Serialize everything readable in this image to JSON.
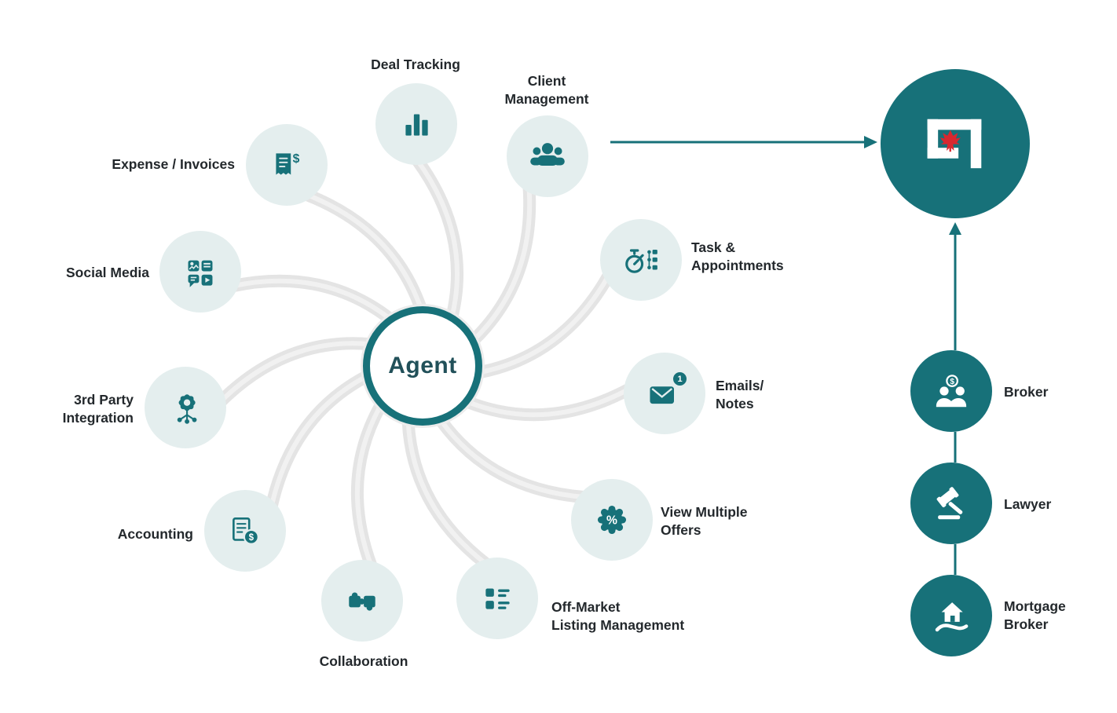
{
  "hub": {
    "label": "Agent"
  },
  "glyphs": {
    "dollar": "$",
    "percent": "%"
  },
  "colors": {
    "teal": "#177179",
    "bubble_light": "#e4eeee",
    "label_text": "#23282c",
    "maple_red": "#d7282f",
    "swirl_gray": "#e4e4e4"
  },
  "spokes": [
    {
      "label": "Deal Tracking",
      "lines": [
        "Deal Tracking"
      ],
      "icon": "bar-chart-icon"
    },
    {
      "label": "Client Management",
      "lines": [
        "Client",
        "Management"
      ],
      "icon": "clients-group-icon"
    },
    {
      "label": "Task & Appointments",
      "lines": [
        "Task &",
        "Appointments"
      ],
      "icon": "stopwatch-checklist-icon"
    },
    {
      "label": "Emails/Notes",
      "lines": [
        "Emails/",
        "Notes"
      ],
      "icon": "email-notification-icon",
      "badge": "1"
    },
    {
      "label": "View Multiple Offers",
      "lines": [
        "View Multiple",
        "Offers"
      ],
      "icon": "percent-badge-icon"
    },
    {
      "label": "Off-Market Listing Management",
      "lines": [
        "Off-Market",
        "Listing Management"
      ],
      "icon": "listing-checklist-icon"
    },
    {
      "label": "Collaboration",
      "lines": [
        "Collaboration"
      ],
      "icon": "puzzle-icon"
    },
    {
      "label": "Accounting",
      "lines": [
        "Accounting"
      ],
      "icon": "invoice-dollar-icon"
    },
    {
      "label": "3rd Party Integration",
      "lines": [
        "3rd Party",
        "Integration"
      ],
      "icon": "gear-network-icon"
    },
    {
      "label": "Social Media",
      "lines": [
        "Social Media"
      ],
      "icon": "social-media-grid-icon"
    },
    {
      "label": "Expense / Invoices",
      "lines": [
        "Expense / Invoices"
      ],
      "icon": "receipt-dollar-icon"
    }
  ],
  "platform": {
    "logo": "brand-logo-with-maple-leaf"
  },
  "partners": [
    {
      "label": "Broker",
      "lines": [
        "Broker"
      ],
      "icon": "broker-people-dollar-icon"
    },
    {
      "label": "Lawyer",
      "lines": [
        "Lawyer"
      ],
      "icon": "gavel-icon"
    },
    {
      "label": "Mortgage Broker",
      "lines": [
        "Mortgage",
        "Broker"
      ],
      "icon": "house-in-hand-icon"
    }
  ]
}
